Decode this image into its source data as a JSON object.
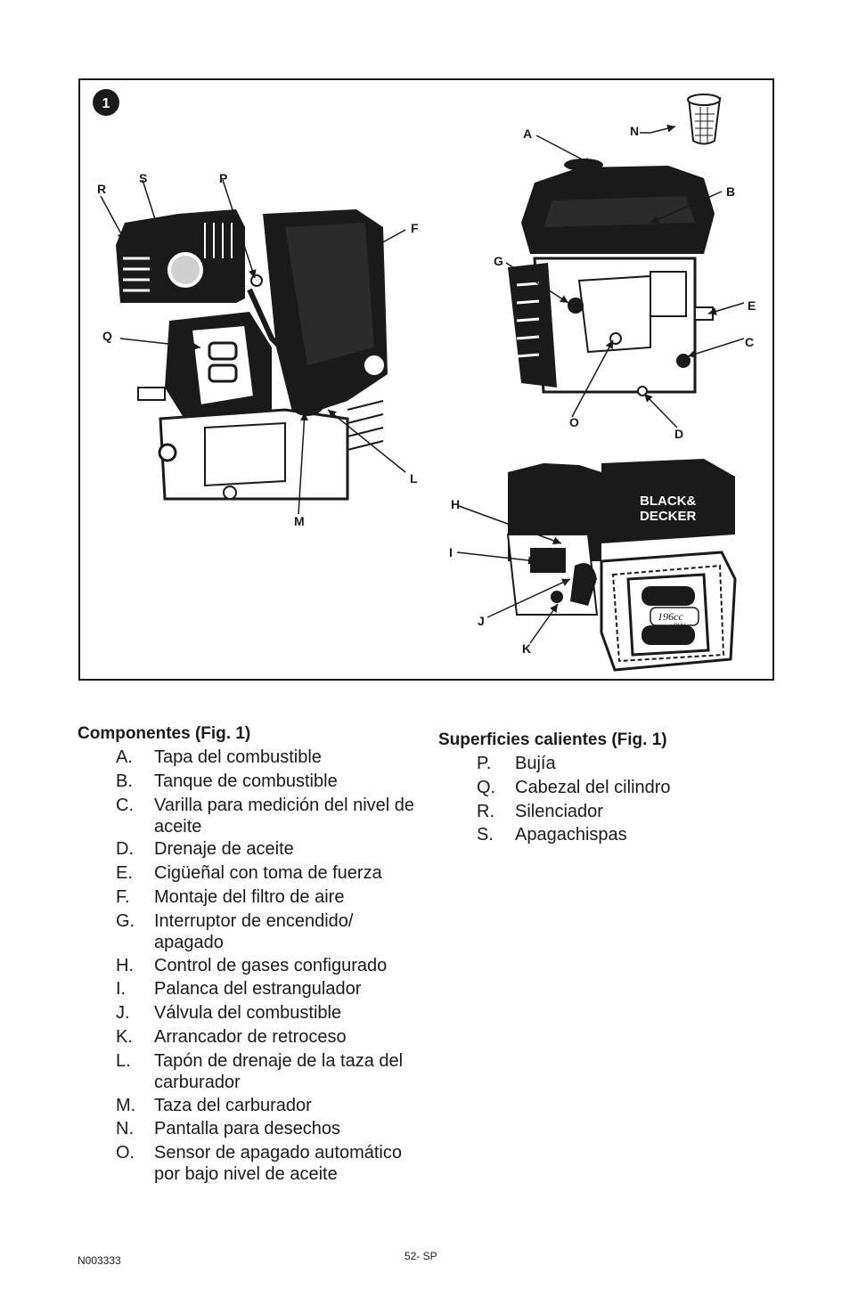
{
  "figure": {
    "number": "1",
    "callouts": [
      "A",
      "B",
      "C",
      "D",
      "E",
      "F",
      "G",
      "H",
      "I",
      "J",
      "K",
      "L",
      "M",
      "N",
      "O",
      "P",
      "Q",
      "R",
      "S"
    ],
    "brand_logo_text": [
      "BLACK&",
      "DECKER"
    ],
    "displacement_badge": "196cc",
    "badge_sub": "OHV"
  },
  "components": {
    "heading": "Componentes (Fig. 1)",
    "items": [
      {
        "letter": "A.",
        "text": "Tapa del combustible"
      },
      {
        "letter": "B.",
        "text": "Tanque de combustible"
      },
      {
        "letter": "C.",
        "text": "Varilla para medición del nivel de aceite"
      },
      {
        "letter": "D.",
        "text": "Drenaje de aceite"
      },
      {
        "letter": "E.",
        "text": "Cigüeñal con toma de fuerza"
      },
      {
        "letter": "F.",
        "text": "Montaje del filtro de aire"
      },
      {
        "letter": "G.",
        "text": "Interruptor de encendido/ apagado"
      },
      {
        "letter": "H.",
        "text": "Control de gases configurado"
      },
      {
        "letter": "I.",
        "text": "Palanca del estrangulador"
      },
      {
        "letter": "J.",
        "text": "Válvula del combustible"
      },
      {
        "letter": "K.",
        "text": "Arrancador de retroceso"
      },
      {
        "letter": "L.",
        "text": "Tapón de drenaje de la taza del carburador"
      },
      {
        "letter": "M.",
        "text": "Taza del carburador"
      },
      {
        "letter": "N.",
        "text": "Pantalla para desechos"
      },
      {
        "letter": "O.",
        "text": "Sensor de apagado automático por bajo nivel de aceite"
      }
    ]
  },
  "hot_surfaces": {
    "heading": "Superficies calientes (Fig. 1)",
    "items": [
      {
        "letter": "P.",
        "text": "Bujía"
      },
      {
        "letter": "Q.",
        "text": "Cabezal del cilindro"
      },
      {
        "letter": "R.",
        "text": "Silenciador"
      },
      {
        "letter": "S.",
        "text": "Apagachispas"
      }
    ]
  },
  "footer": {
    "doc_code": "N003333",
    "page": "52- SP"
  }
}
